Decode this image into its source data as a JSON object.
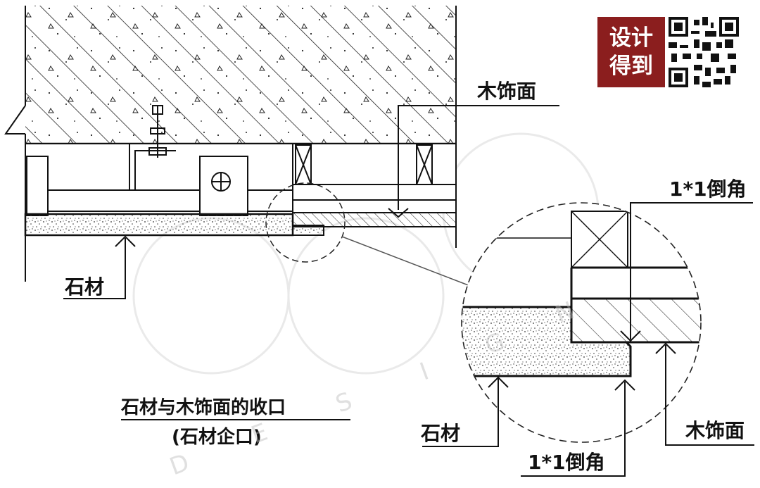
{
  "badge": {
    "line1": "设计",
    "line2": "得到",
    "color": "#8b1e1e"
  },
  "labels": {
    "wood_top": "木饰面",
    "chamfer_top": "1*1倒角",
    "stone_left": "石材",
    "stone_detail": "石材",
    "wood_detail": "木饰面",
    "chamfer_bottom": "1*1倒角"
  },
  "title": {
    "main": "石材与木饰面的收口",
    "sub": "(石材企口)"
  },
  "watermark": [
    "D",
    "E",
    "S",
    "I",
    "G",
    "N"
  ],
  "icons": [
    "qr-code-icon",
    "anchor-bolt-icon",
    "leader-arrow-icon"
  ]
}
